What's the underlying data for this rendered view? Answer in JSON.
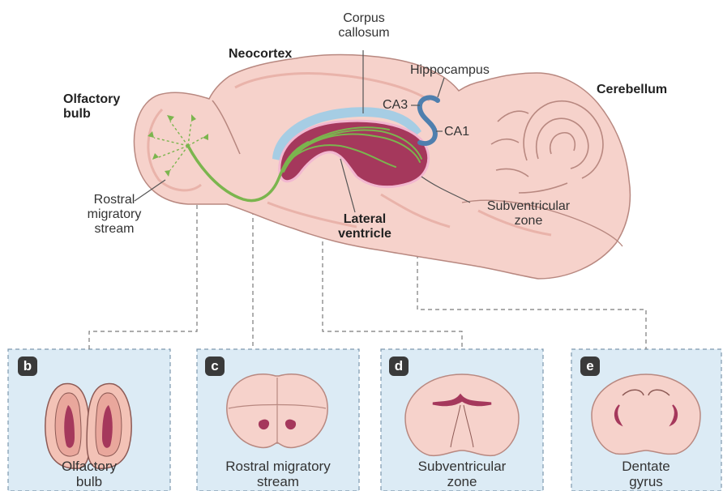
{
  "sagittal": {
    "labels": {
      "corpus_callosum": [
        "Corpus",
        "callosum"
      ],
      "neocortex": "Neocortex",
      "hippocampus": "Hippocampus",
      "cerebellum": "Cerebellum",
      "olfactory_bulb": [
        "Olfactory",
        "bulb"
      ],
      "ca3": "CA3",
      "ca1": "CA1",
      "rostral_migratory_stream": [
        "Rostral",
        "migratory",
        "stream"
      ],
      "lateral_ventricle": [
        "Lateral",
        "ventricle"
      ],
      "subventricular_zone": [
        "Subventricular",
        "zone"
      ]
    }
  },
  "panels": [
    {
      "letter": "b",
      "caption": [
        "Olfactory",
        "bulb"
      ]
    },
    {
      "letter": "c",
      "caption": [
        "Rostral migratory",
        "stream"
      ]
    },
    {
      "letter": "d",
      "caption": [
        "Subventricular",
        "zone"
      ]
    },
    {
      "letter": "e",
      "caption": [
        "Dentate",
        "gyrus"
      ]
    }
  ],
  "colors": {
    "tissue": "#f6d2cb",
    "tissue_dark": "#e9b3aa",
    "outline": "#b88880",
    "ventricle": "#a5385c",
    "corpus_callosum": "#a6cde4",
    "hippocampus": "#4f7fae",
    "migratory_stream": "#7bb54e",
    "panel_bg": "#dcebf5",
    "panel_border": "#7d98ad"
  }
}
